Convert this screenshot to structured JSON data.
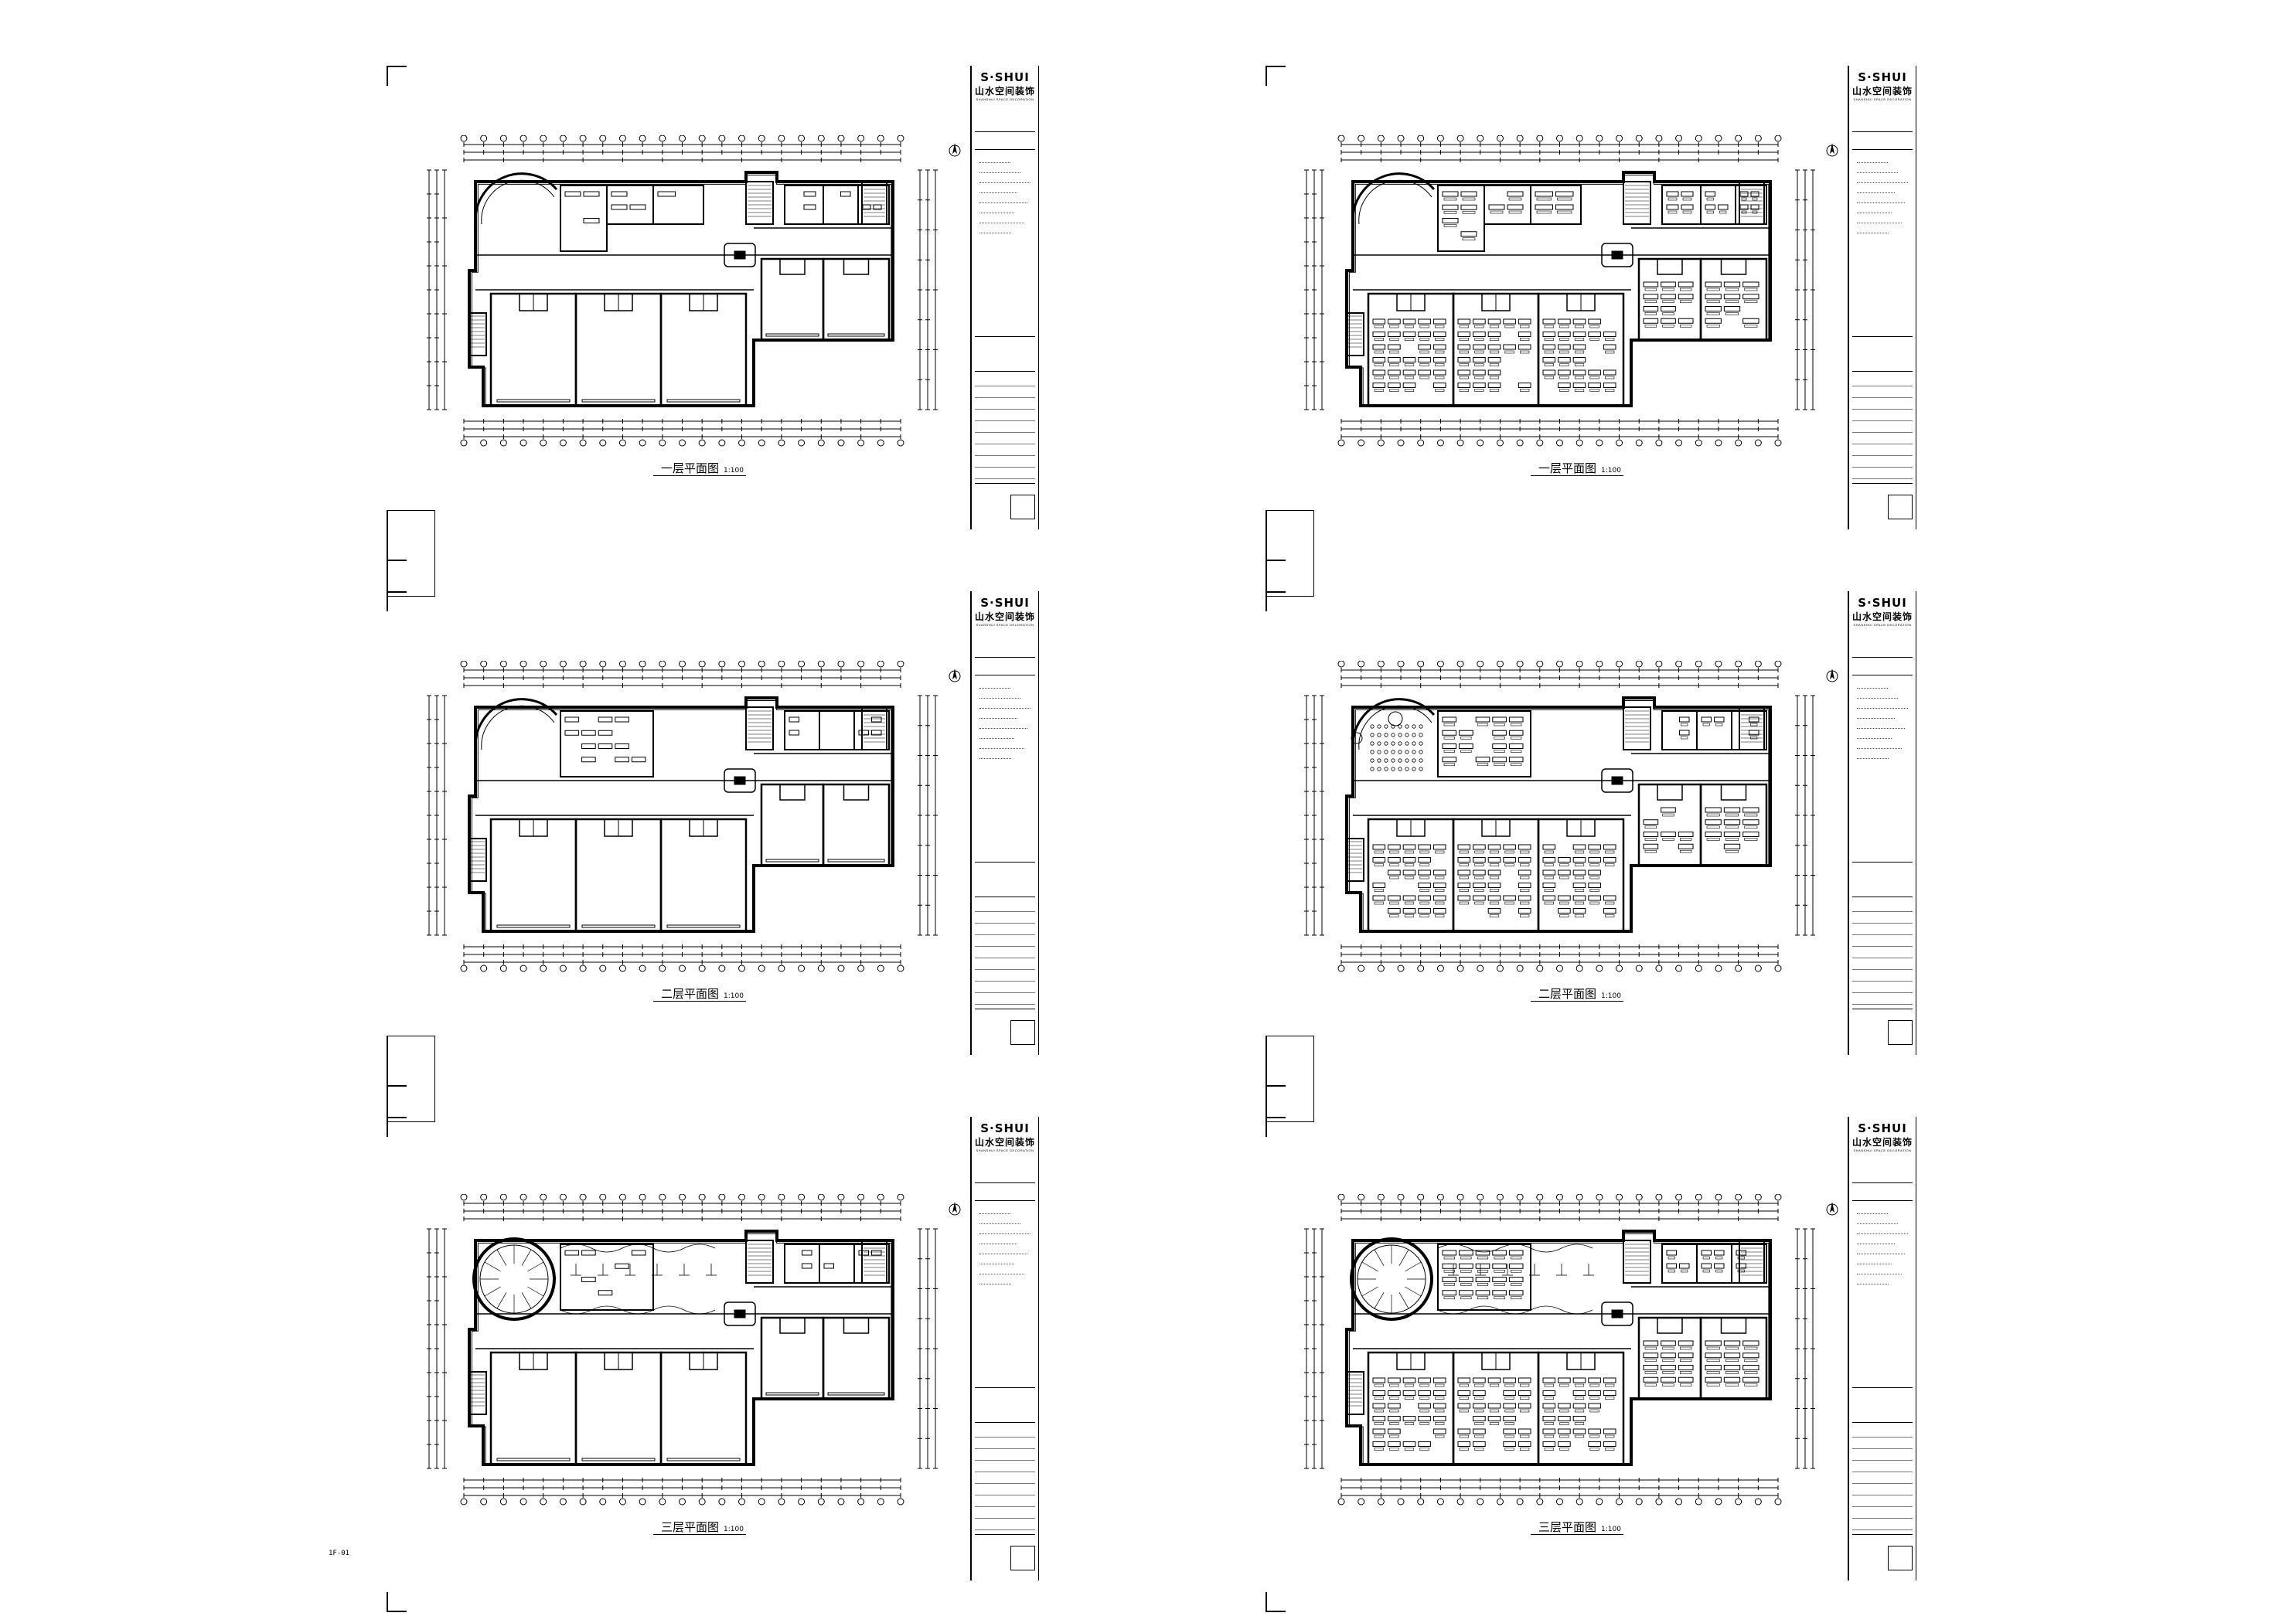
{
  "company": {
    "brand": "S·SHUI",
    "name_cn": "山水空间装饰",
    "name_en": "SHANSHUI SPACE DECORATION"
  },
  "sheets": [
    {
      "title": "一层平面图",
      "scale": "1:100"
    },
    {
      "title": "一层平面图",
      "scale": "1:100"
    },
    {
      "title": "二层平面图",
      "scale": "1:100"
    },
    {
      "title": "二层平面图",
      "scale": "1:100"
    },
    {
      "title": "三层平面图",
      "scale": "1:100"
    },
    {
      "title": "三层平面图",
      "scale": "1:100"
    }
  ],
  "page_mark": "1F-01"
}
